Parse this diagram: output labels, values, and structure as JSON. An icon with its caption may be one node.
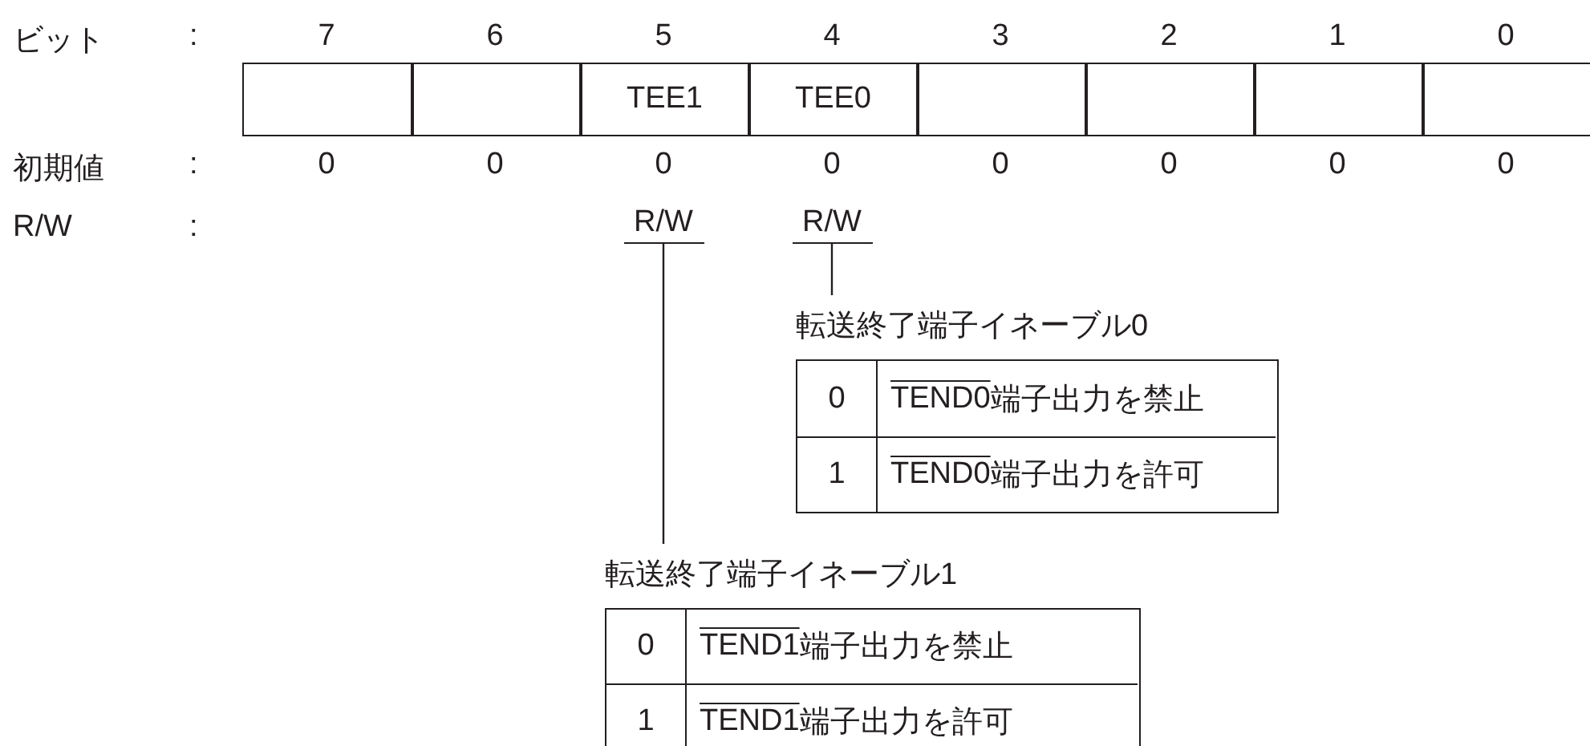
{
  "diagram": {
    "nodes": [
      {
        "text": [],
        "shape": "box"
      },
      {
        "text": [],
        "shape": "box"
      },
      {
        "text": [
          "TEE1"
        ]
      },
      {
        "text": [
          "TEE0"
        ]
      },
      {
        "text": [],
        "shape": "box"
      },
      {
        "text": [],
        "shape": "box"
      },
      {
        "text": [],
        "shape": "box"
      },
      {
        "text": [],
        "shape": "box"
      },
      {
        "text": [
          "R/W"
        ]
      },
      {
        "text": [
          "R/W"
        ]
      },
      {
        "text": [
          "転送終了端子イネーブル0"
        ]
      },
      {
        "text": [
          "0"
        ],
        "in": 10
      },
      {
        "text": [
          "TEND0",
          "端子出力を禁止"
        ],
        "in": 10
      },
      {
        "text": [
          "1"
        ],
        "in": 10
      },
      {
        "text": [
          "TEND0",
          "端子出力を許可"
        ],
        "in": 10
      },
      {
        "text": [
          "転送終了端子イネーブル1"
        ]
      },
      {
        "text": [
          "0"
        ],
        "in": 15
      },
      {
        "text": [
          "TEND1",
          "端子出力を禁止"
        ],
        "in": 15
      },
      {
        "text": [
          "1"
        ],
        "in": 15
      },
      {
        "text": [
          "TEND1",
          "端子出力を許可"
        ],
        "in": 15
      }
    ],
    "edges": [
      {
        "from": 9,
        "to": 10,
        "arrow": "none"
      },
      {
        "from": 8,
        "to": 15,
        "arrow": "none"
      }
    ],
    "labels": [
      "ビット",
      ":",
      "7",
      "6",
      "5",
      "4",
      "3",
      "2",
      "1",
      "0",
      "初期値",
      ":",
      "0",
      "0",
      "0",
      "0",
      "0",
      "0",
      "0",
      "0",
      "R/W",
      ":"
    ]
  }
}
